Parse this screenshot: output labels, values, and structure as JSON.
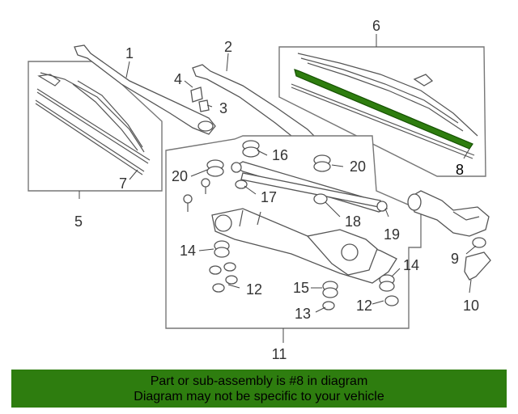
{
  "callouts": {
    "c1": "1",
    "c2": "2",
    "c3": "3",
    "c4": "4",
    "c5": "5",
    "c6": "6",
    "c7": "7",
    "c8": "8",
    "c9": "9",
    "c10": "10",
    "c11": "11",
    "c12a": "12",
    "c12b": "12",
    "c13": "13",
    "c14a": "14",
    "c14b": "14",
    "c15": "15",
    "c16": "16",
    "c17": "17",
    "c18": "18",
    "c19": "19",
    "c20a": "20",
    "c20b": "20"
  },
  "highlight": {
    "part": "8",
    "color": "#2e7d0f"
  },
  "banner": {
    "line1": "Part or sub-assembly is #8 in diagram",
    "line2": "Diagram may not be specific to your vehicle",
    "color": "#2e7d0f"
  }
}
